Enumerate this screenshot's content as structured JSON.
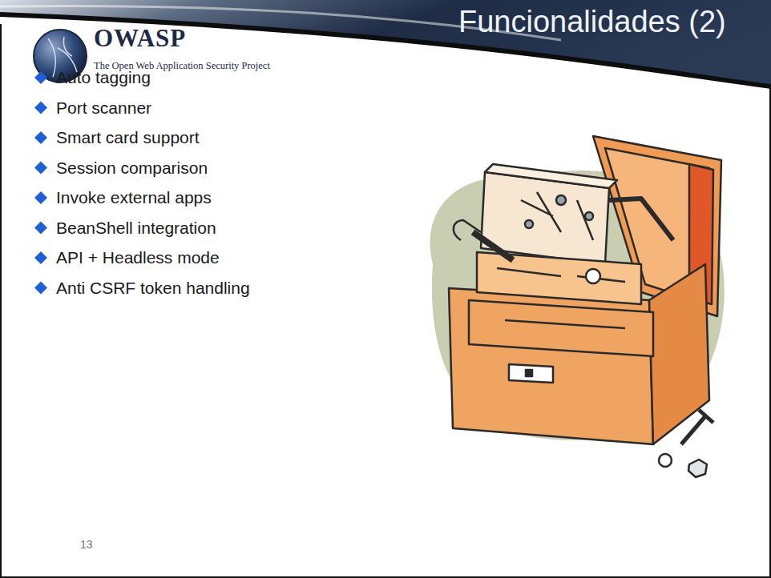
{
  "diagram": {
    "title": "Funcionalidades (2)",
    "labels": [
      "OWASP",
      "The Open Web Application Security Project",
      "Auto tagging",
      "Port scanner",
      "Smart card support",
      "Session comparison",
      "Invoke external apps",
      "BeanShell integration",
      "API + Headless mode",
      "Anti CSRF token handling",
      "13"
    ]
  }
}
